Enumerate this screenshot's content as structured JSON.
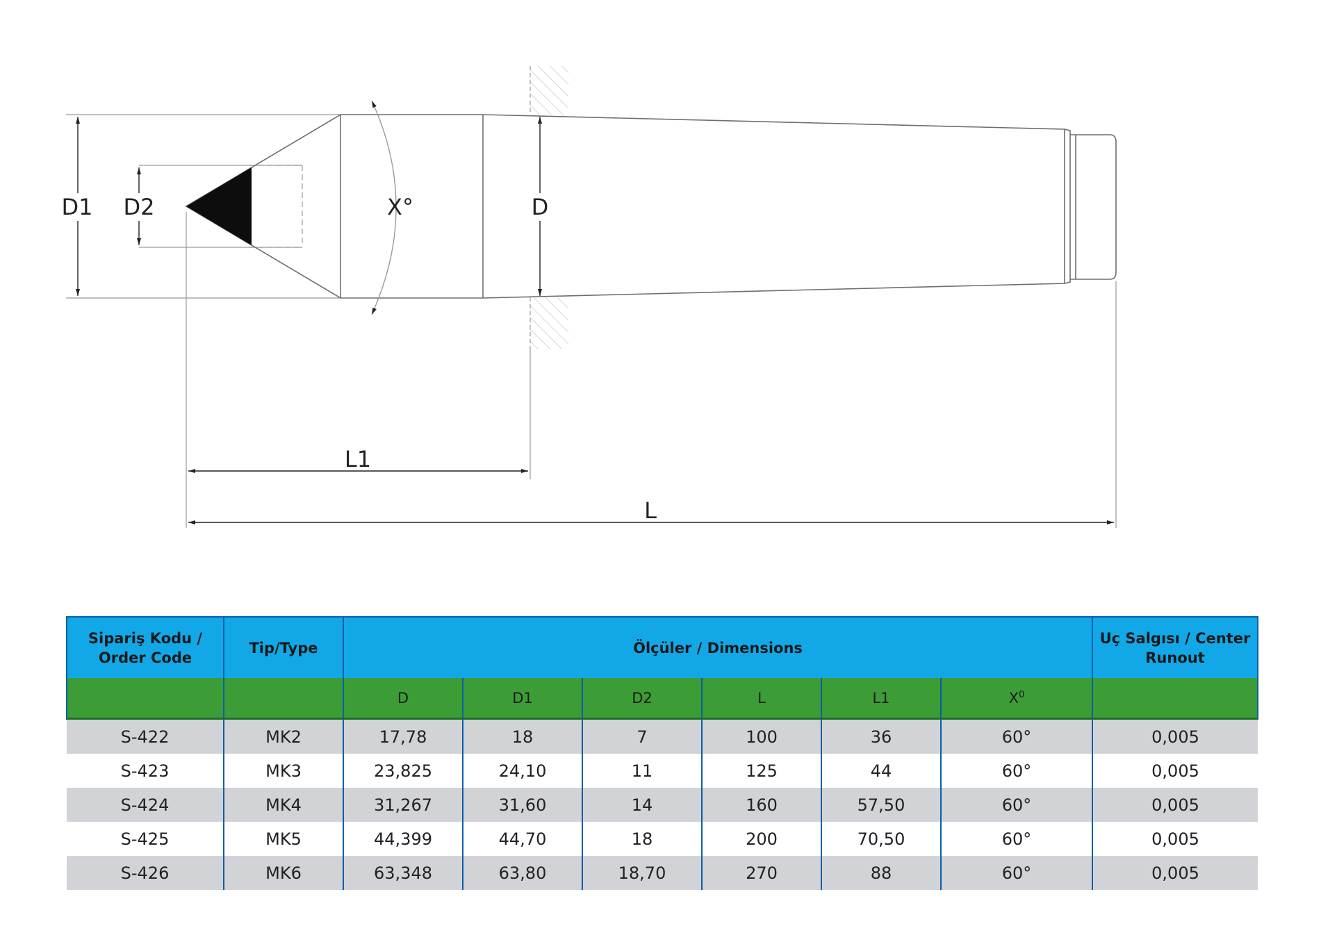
{
  "diagram": {
    "labels": {
      "d1": "D1",
      "d2": "D2",
      "angle": "X°",
      "d": "D",
      "l1": "L1",
      "l": "L"
    }
  },
  "colors": {
    "header_blue": "#12a8e8",
    "subheader_green": "#3c9c35",
    "row_gray": "#d2d3d6",
    "row_white": "#ffffff",
    "grid_blue": "#0a5fa8"
  },
  "table": {
    "headers": {
      "order_code": "Sipariş Kodu / Order Code",
      "type": "Tip/Type",
      "dimensions": "Ölçüler / Dimensions",
      "runout": "Uç Salgısı / Center Runout"
    },
    "sub_headers": {
      "d": "D",
      "d1": "D1",
      "d2": "D2",
      "l": "L",
      "l1": "L1",
      "x": "X",
      "x_sup": "0"
    },
    "rows": [
      {
        "code": "S-422",
        "type": "MK2",
        "d": "17,78",
        "d1": "18",
        "d2": "7",
        "l": "100",
        "l1": "36",
        "x": "60°",
        "runout": "0,005"
      },
      {
        "code": "S-423",
        "type": "MK3",
        "d": "23,825",
        "d1": "24,10",
        "d2": "11",
        "l": "125",
        "l1": "44",
        "x": "60°",
        "runout": "0,005"
      },
      {
        "code": "S-424",
        "type": "MK4",
        "d": "31,267",
        "d1": "31,60",
        "d2": "14",
        "l": "160",
        "l1": "57,50",
        "x": "60°",
        "runout": "0,005"
      },
      {
        "code": "S-425",
        "type": "MK5",
        "d": "44,399",
        "d1": "44,70",
        "d2": "18",
        "l": "200",
        "l1": "70,50",
        "x": "60°",
        "runout": "0,005"
      },
      {
        "code": "S-426",
        "type": "MK6",
        "d": "63,348",
        "d1": "63,80",
        "d2": "18,70",
        "l": "270",
        "l1": "88",
        "x": "60°",
        "runout": "0,005"
      }
    ]
  }
}
